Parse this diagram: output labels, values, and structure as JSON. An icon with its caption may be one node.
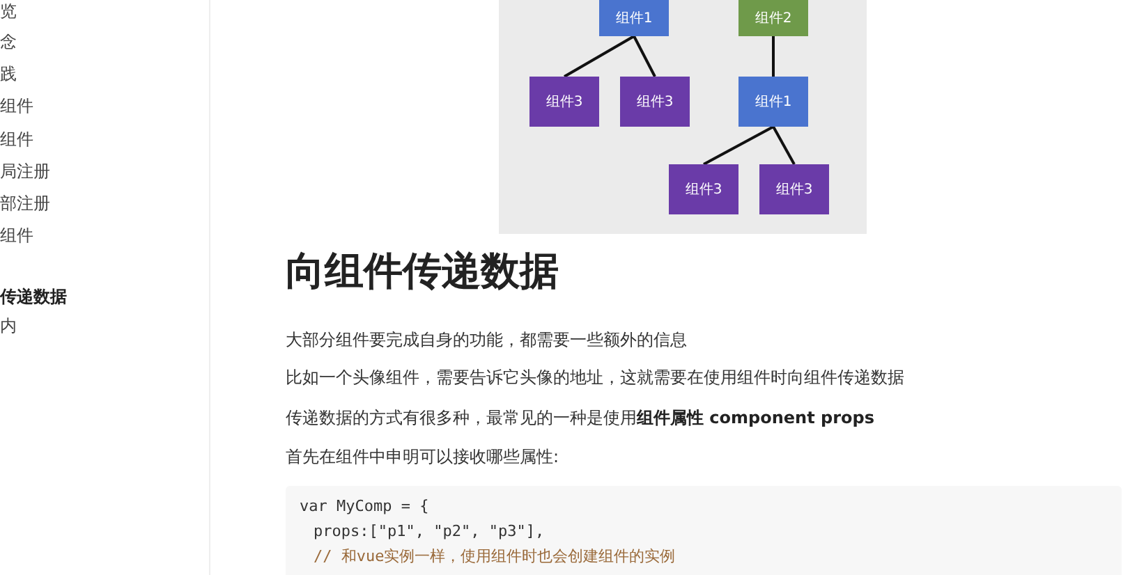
{
  "diagram": {
    "title": "向组件传递数据",
    "nodes": [
      {
        "text": [
          "组件1"
        ]
      },
      {
        "text": [
          "组件2"
        ]
      },
      {
        "text": [
          "组件3"
        ]
      },
      {
        "text": [
          "组件3"
        ]
      },
      {
        "text": [
          "组件1"
        ]
      },
      {
        "text": [
          "组件3"
        ]
      },
      {
        "text": [
          "组件3"
        ]
      }
    ],
    "edges": [
      {
        "from": 0,
        "to": 2,
        "arrow": "none"
      },
      {
        "from": 0,
        "to": 3,
        "arrow": "none"
      },
      {
        "from": 1,
        "to": 4,
        "arrow": "none"
      },
      {
        "from": 4,
        "to": 5,
        "arrow": "none"
      },
      {
        "from": 4,
        "to": 6,
        "arrow": "none"
      }
    ],
    "labels": [
      "览",
      "念",
      "践",
      "组件",
      "组件",
      "局注册",
      "部注册",
      "组件",
      "传递数据",
      "内",
      "大部分组件要完成自身的功能，都需要一些额外的信息",
      "比如一个头像组件，需要告诉它头像的地址，这就需要在使用组件时向组件传递数据",
      "传递数据的方式有很多种，最常见的一种是使用**组件属性 component props**",
      "首先在组件中申明可以接收哪些属性:",
      "var MyComp = {",
      "props:[\"p1\", \"p2\", \"p3\"],",
      "// 和vue实例一样，使用组件时也会创建组件的实例"
    ]
  }
}
